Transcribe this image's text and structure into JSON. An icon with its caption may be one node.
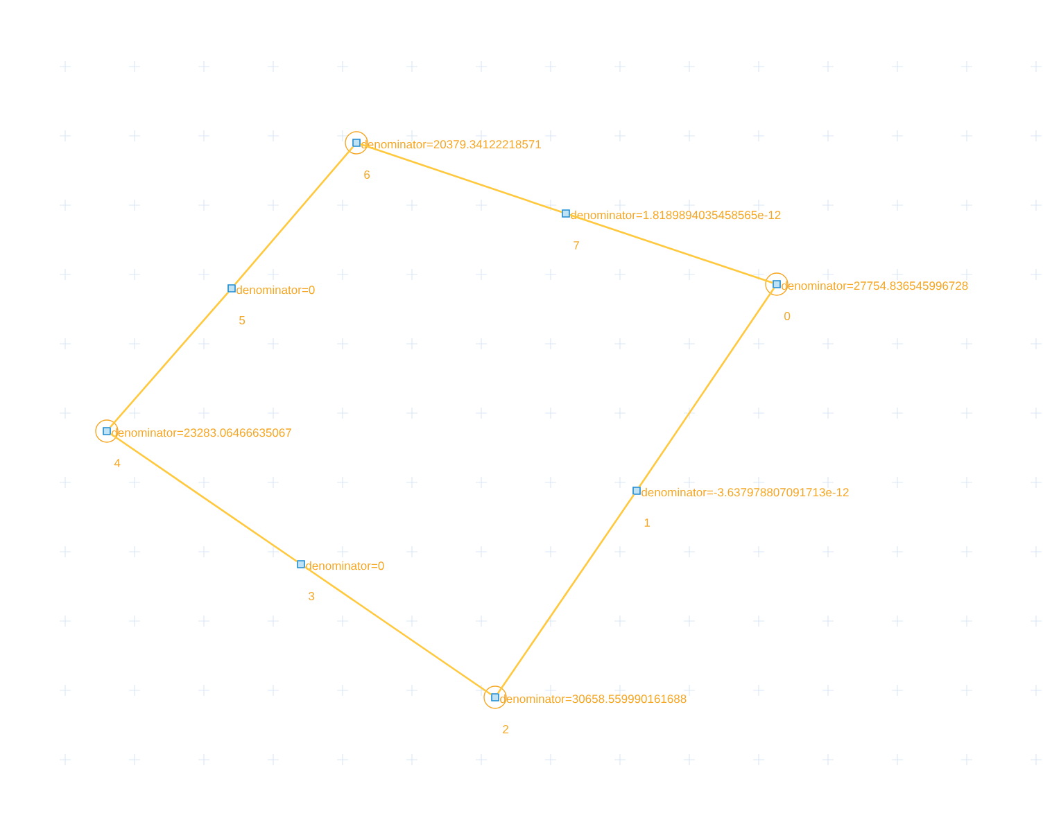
{
  "diagram": {
    "nodes": [
      {
        "text": [
          "denominator=27754.836545996728"
        ],
        "beside": [
          "0"
        ]
      },
      {
        "text": [
          "denominator=-3.637978807091713e-12"
        ],
        "beside": [
          "1"
        ]
      },
      {
        "text": [
          "denominator=30658.559990161688"
        ],
        "beside": [
          "2"
        ]
      },
      {
        "text": [
          "denominator=0"
        ],
        "beside": [
          "3"
        ]
      },
      {
        "text": [
          "denominator=23283.06466635067"
        ],
        "beside": [
          "4"
        ]
      },
      {
        "text": [
          "denominator=0"
        ],
        "beside": [
          "5"
        ]
      },
      {
        "text": [
          "denominator=20379.34122218571"
        ],
        "beside": [
          "6"
        ]
      },
      {
        "text": [
          "denominator=1.8189894035458565e-12"
        ],
        "beside": [
          "7"
        ]
      }
    ],
    "edges": [
      {
        "from": 0,
        "to": 1,
        "arrow": "none"
      },
      {
        "from": 1,
        "to": 2,
        "arrow": "none"
      },
      {
        "from": 2,
        "to": 3,
        "arrow": "none"
      },
      {
        "from": 3,
        "to": 4,
        "arrow": "none"
      },
      {
        "from": 4,
        "to": 5,
        "arrow": "none"
      },
      {
        "from": 5,
        "to": 6,
        "arrow": "none"
      },
      {
        "from": 6,
        "to": 7,
        "arrow": "none"
      },
      {
        "from": 7,
        "to": 0,
        "arrow": "none"
      }
    ]
  }
}
